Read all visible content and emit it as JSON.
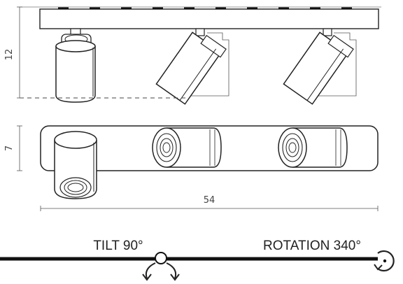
{
  "dimensions": {
    "height_side": "12",
    "height_top": "7",
    "length": "54"
  },
  "captions": {
    "tilt": "TILT 90°",
    "rotation": "ROTATION 340°"
  }
}
